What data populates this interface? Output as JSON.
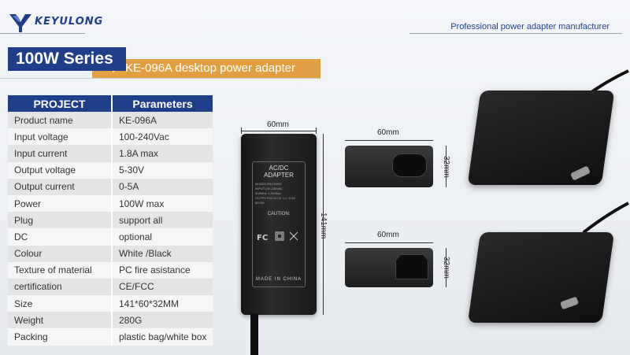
{
  "brand": {
    "name": "KEYULONG",
    "logo_icon": "keyulong-logo-icon"
  },
  "header": {
    "tagline": "Professional power adapter manufacturer"
  },
  "series": {
    "title": "100W Series"
  },
  "model": {
    "title": "KE-096A desktop power adapter"
  },
  "table": {
    "headers": [
      "PROJECT",
      "Parameters"
    ],
    "rows": [
      [
        "Product name",
        "KE-096A"
      ],
      [
        "Input voltage",
        "100-240Vac"
      ],
      [
        "Input current",
        "1.8A max"
      ],
      [
        "Output voltage",
        "5-30V"
      ],
      [
        "Output current",
        "0-5A"
      ],
      [
        "Power",
        "100W max"
      ],
      [
        "Plug",
        "support all"
      ],
      [
        "DC",
        "optional"
      ],
      [
        "Colour",
        "White /Black"
      ],
      [
        "Texture of material",
        "PC fire asistance"
      ],
      [
        "certification",
        "CE/FCC"
      ],
      [
        "Size",
        "141*60*32MM"
      ],
      [
        "Weight",
        "280G"
      ],
      [
        "Packing",
        "plastic bag/white box"
      ]
    ]
  },
  "dimensions": {
    "top_width": "60mm",
    "top_length": "141mm",
    "side1_width": "60mm",
    "side1_height": "32mm",
    "side2_width": "60mm",
    "side2_height": "32mm"
  },
  "label": {
    "title": "AC/DC ADAPTER",
    "lines": [
      "MODEL:E5120000",
      "INPUT:100-240VAC",
      "50/60Hz 1.2A Max",
      "OUTPUT:DC12.0V === 5.0A",
      "60.0W"
    ],
    "caution": "CAUTION:",
    "made": "MADE IN CHINA"
  },
  "colors": {
    "primary": "#1f3f8a",
    "accent": "#e3a043",
    "row_odd": "#e4e4e4",
    "row_even": "#f6f6f6"
  }
}
